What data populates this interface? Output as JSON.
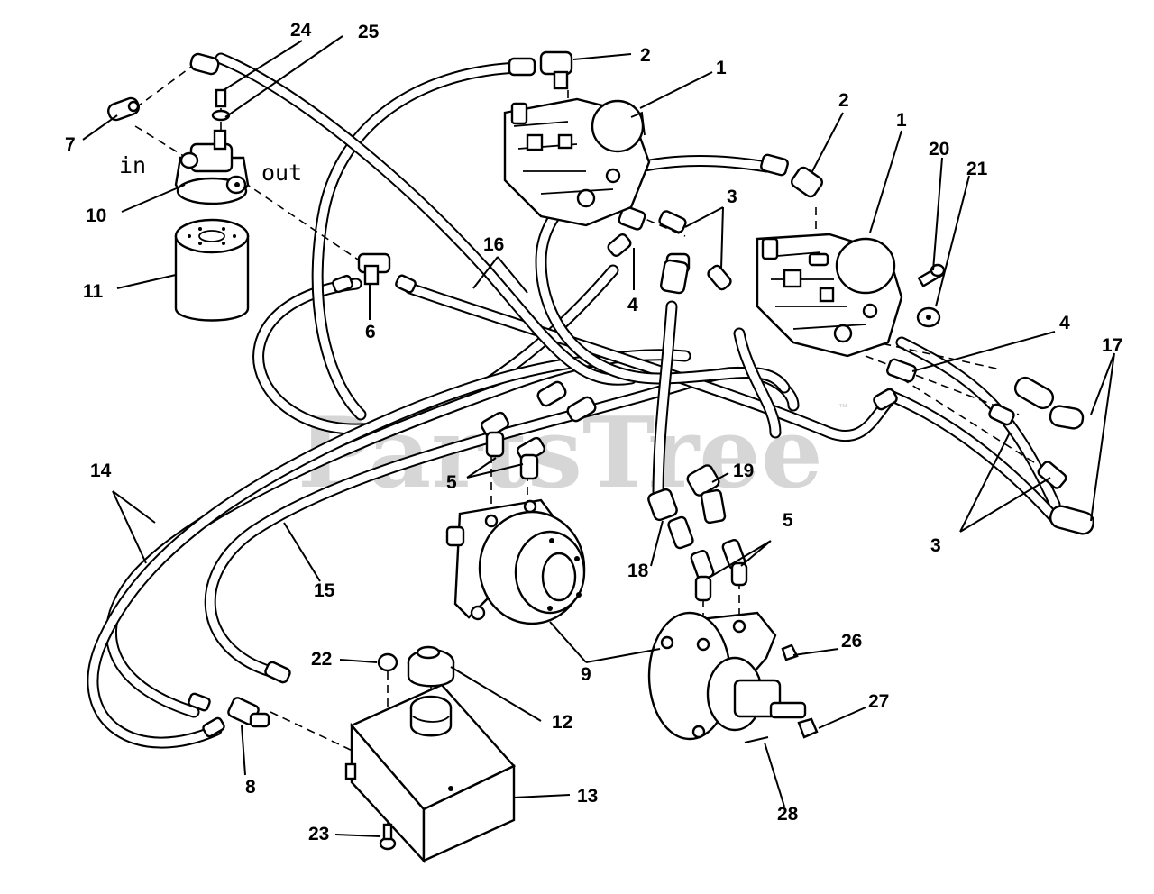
{
  "watermark": {
    "text": "PartsTree",
    "mark": "™"
  },
  "port_labels": {
    "in": "in",
    "out": "out"
  },
  "callouts": {
    "c1a": "1",
    "c1b": "1",
    "c2a": "2",
    "c2b": "2",
    "c3a": "3",
    "c3b": "3",
    "c4a": "4",
    "c4b": "4",
    "c5a": "5",
    "c5b": "5",
    "c6": "6",
    "c7": "7",
    "c8": "8",
    "c9": "9",
    "c10": "10",
    "c11": "11",
    "c12": "12",
    "c13": "13",
    "c14": "14",
    "c15": "15",
    "c16": "16",
    "c17": "17",
    "c18": "18",
    "c19": "19",
    "c20": "20",
    "c21": "21",
    "c22": "22",
    "c23": "23",
    "c24": "24",
    "c25": "25",
    "c26": "26",
    "c27": "27",
    "c28": "28"
  }
}
